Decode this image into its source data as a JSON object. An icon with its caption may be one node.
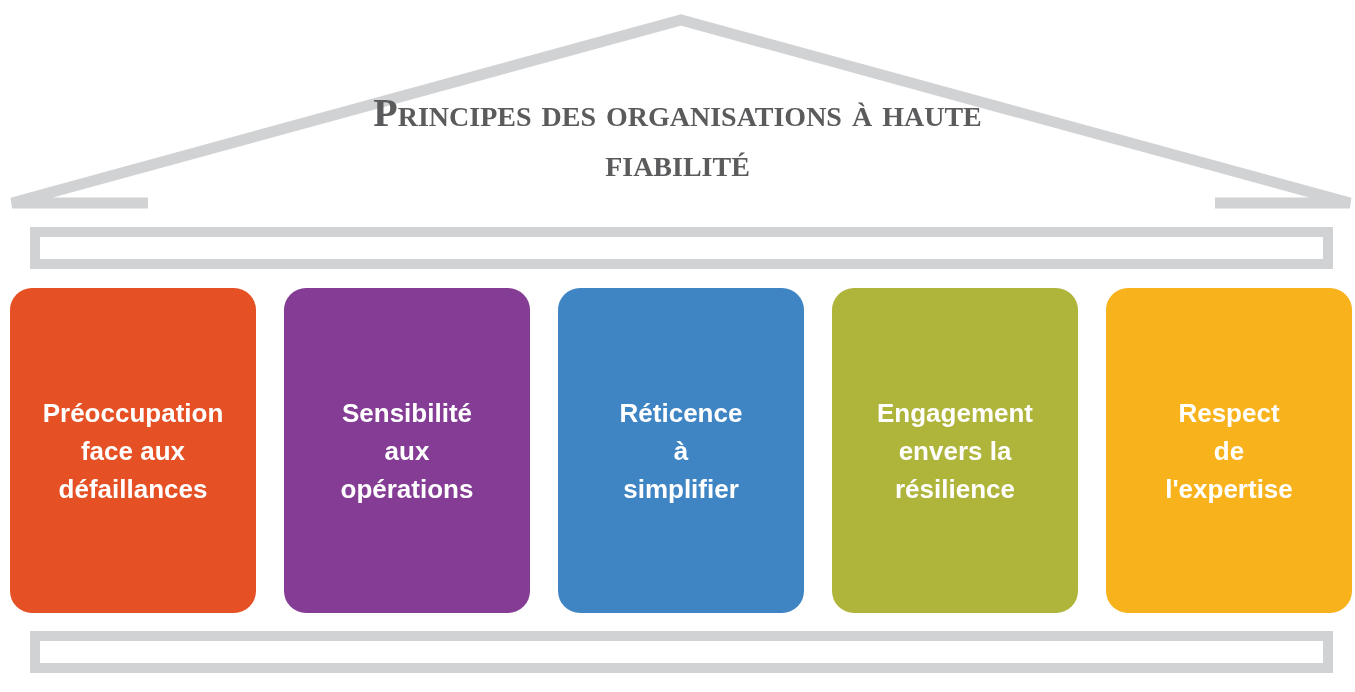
{
  "diagram": {
    "title": "Principes des organisations à haute fiabilité",
    "nodes": [
      {
        "text": [
          "Préoccupation face aux défaillances"
        ]
      },
      {
        "text": [
          "Sensibilité aux opérations"
        ]
      },
      {
        "text": [
          "Réticence à simplifier"
        ]
      },
      {
        "text": [
          "Engagement envers la résilience"
        ]
      },
      {
        "text": [
          "Respect de l'expertise"
        ]
      }
    ]
  }
}
